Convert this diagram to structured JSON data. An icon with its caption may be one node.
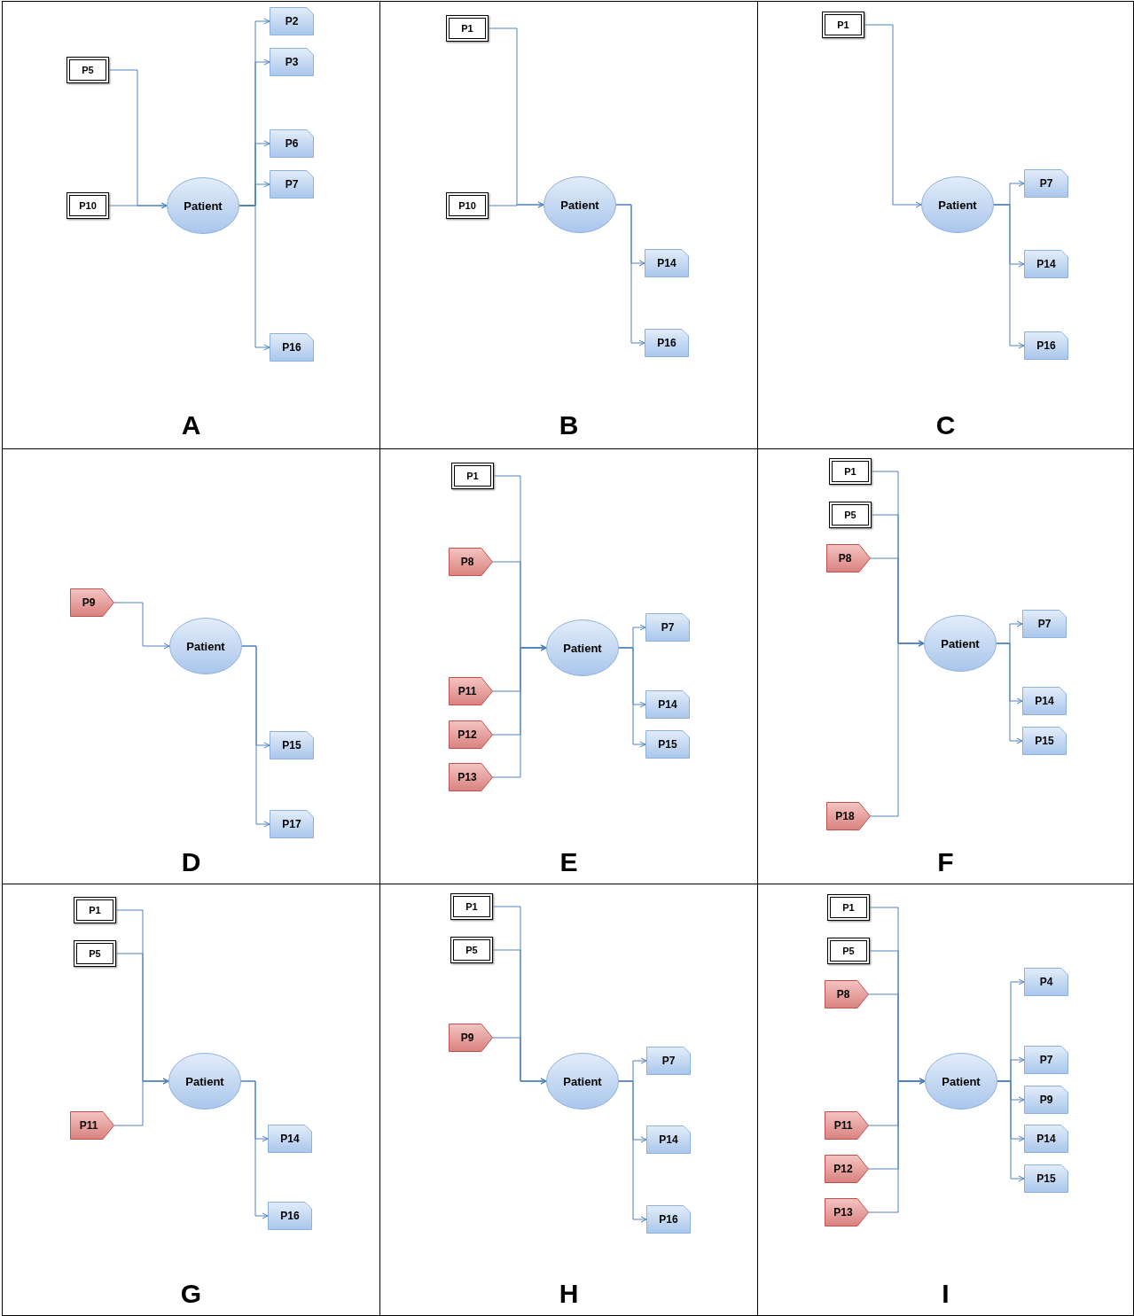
{
  "diagram": {
    "nodes": [
      {
        "text": [
          "A"
        ]
      },
      {
        "text": [
          "P5"
        ],
        "in": 0
      },
      {
        "text": [
          "P10"
        ],
        "in": 0
      },
      {
        "text": [
          "Patient"
        ],
        "in": 0
      },
      {
        "text": [
          "P2"
        ],
        "in": 0
      },
      {
        "text": [
          "P3"
        ],
        "in": 0
      },
      {
        "text": [
          "P6"
        ],
        "in": 0
      },
      {
        "text": [
          "P7"
        ],
        "in": 0
      },
      {
        "text": [
          "P16"
        ],
        "in": 0
      },
      {
        "text": [
          "B"
        ]
      },
      {
        "text": [
          "P1"
        ],
        "in": 9
      },
      {
        "text": [
          "P10"
        ],
        "in": 9
      },
      {
        "text": [
          "Patient"
        ],
        "in": 9
      },
      {
        "text": [
          "P14"
        ],
        "in": 9
      },
      {
        "text": [
          "P16"
        ],
        "in": 9
      },
      {
        "text": [
          "C"
        ]
      },
      {
        "text": [
          "P1"
        ],
        "in": 15
      },
      {
        "text": [
          "Patient"
        ],
        "in": 15
      },
      {
        "text": [
          "P7"
        ],
        "in": 15
      },
      {
        "text": [
          "P14"
        ],
        "in": 15
      },
      {
        "text": [
          "P16"
        ],
        "in": 15
      },
      {
        "text": [
          "D"
        ]
      },
      {
        "text": [
          "P9"
        ],
        "in": 21
      },
      {
        "text": [
          "Patient"
        ],
        "in": 21
      },
      {
        "text": [
          "P15"
        ],
        "in": 21
      },
      {
        "text": [
          "P17"
        ],
        "in": 21
      },
      {
        "text": [
          "E"
        ]
      },
      {
        "text": [
          "P1"
        ],
        "in": 26
      },
      {
        "text": [
          "P8"
        ],
        "in": 26
      },
      {
        "text": [
          "P11"
        ],
        "in": 26
      },
      {
        "text": [
          "P12"
        ],
        "in": 26
      },
      {
        "text": [
          "P13"
        ],
        "in": 26
      },
      {
        "text": [
          "Patient"
        ],
        "in": 26
      },
      {
        "text": [
          "P7"
        ],
        "in": 26
      },
      {
        "text": [
          "P14"
        ],
        "in": 26
      },
      {
        "text": [
          "P15"
        ],
        "in": 26
      },
      {
        "text": [
          "F"
        ]
      },
      {
        "text": [
          "P1"
        ],
        "in": 36
      },
      {
        "text": [
          "P5"
        ],
        "in": 36
      },
      {
        "text": [
          "P8"
        ],
        "in": 36
      },
      {
        "text": [
          "P18"
        ],
        "in": 36
      },
      {
        "text": [
          "Patient"
        ],
        "in": 36
      },
      {
        "text": [
          "P7"
        ],
        "in": 36
      },
      {
        "text": [
          "P14"
        ],
        "in": 36
      },
      {
        "text": [
          "P15"
        ],
        "in": 36
      },
      {
        "text": [
          "G"
        ]
      },
      {
        "text": [
          "P1"
        ],
        "in": 45
      },
      {
        "text": [
          "P5"
        ],
        "in": 45
      },
      {
        "text": [
          "P11"
        ],
        "in": 45
      },
      {
        "text": [
          "Patient"
        ],
        "in": 45
      },
      {
        "text": [
          "P14"
        ],
        "in": 45
      },
      {
        "text": [
          "P16"
        ],
        "in": 45
      },
      {
        "text": [
          "H"
        ]
      },
      {
        "text": [
          "P1"
        ],
        "in": 52
      },
      {
        "text": [
          "P5"
        ],
        "in": 52
      },
      {
        "text": [
          "P9"
        ],
        "in": 52
      },
      {
        "text": [
          "Patient"
        ],
        "in": 52
      },
      {
        "text": [
          "P7"
        ],
        "in": 52
      },
      {
        "text": [
          "P14"
        ],
        "in": 52
      },
      {
        "text": [
          "P16"
        ],
        "in": 52
      },
      {
        "text": [
          "I"
        ]
      },
      {
        "text": [
          "P1"
        ],
        "in": 60
      },
      {
        "text": [
          "P5"
        ],
        "in": 60
      },
      {
        "text": [
          "P8"
        ],
        "in": 60
      },
      {
        "text": [
          "P11"
        ],
        "in": 60
      },
      {
        "text": [
          "P12"
        ],
        "in": 60
      },
      {
        "text": [
          "P13"
        ],
        "in": 60
      },
      {
        "text": [
          "Patient"
        ],
        "in": 60
      },
      {
        "text": [
          "P4"
        ],
        "in": 60
      },
      {
        "text": [
          "P7"
        ],
        "in": 60
      },
      {
        "text": [
          "P9"
        ],
        "in": 60
      },
      {
        "text": [
          "P14"
        ],
        "in": 60
      },
      {
        "text": [
          "P15"
        ],
        "in": 60
      }
    ],
    "edges": [
      {
        "from": 1,
        "to": 3,
        "arrow": "to"
      },
      {
        "from": 2,
        "to": 3,
        "arrow": "to"
      },
      {
        "from": 3,
        "to": 4,
        "arrow": "to"
      },
      {
        "from": 3,
        "to": 5,
        "arrow": "to"
      },
      {
        "from": 3,
        "to": 6,
        "arrow": "to"
      },
      {
        "from": 3,
        "to": 7,
        "arrow": "to"
      },
      {
        "from": 3,
        "to": 8,
        "arrow": "to"
      },
      {
        "from": 10,
        "to": 12,
        "arrow": "to"
      },
      {
        "from": 11,
        "to": 12,
        "arrow": "to"
      },
      {
        "from": 12,
        "to": 13,
        "arrow": "to"
      },
      {
        "from": 12,
        "to": 14,
        "arrow": "to"
      },
      {
        "from": 16,
        "to": 17,
        "arrow": "to"
      },
      {
        "from": 17,
        "to": 18,
        "arrow": "to"
      },
      {
        "from": 17,
        "to": 19,
        "arrow": "to"
      },
      {
        "from": 17,
        "to": 20,
        "arrow": "to"
      },
      {
        "from": 22,
        "to": 23,
        "arrow": "to"
      },
      {
        "from": 23,
        "to": 24,
        "arrow": "to"
      },
      {
        "from": 23,
        "to": 25,
        "arrow": "to"
      },
      {
        "from": 27,
        "to": 32,
        "arrow": "to"
      },
      {
        "from": 28,
        "to": 32,
        "arrow": "to"
      },
      {
        "from": 29,
        "to": 32,
        "arrow": "to"
      },
      {
        "from": 30,
        "to": 32,
        "arrow": "to"
      },
      {
        "from": 31,
        "to": 32,
        "arrow": "to"
      },
      {
        "from": 32,
        "to": 33,
        "arrow": "to"
      },
      {
        "from": 32,
        "to": 34,
        "arrow": "to"
      },
      {
        "from": 32,
        "to": 35,
        "arrow": "to"
      },
      {
        "from": 37,
        "to": 41,
        "arrow": "to"
      },
      {
        "from": 38,
        "to": 41,
        "arrow": "to"
      },
      {
        "from": 39,
        "to": 41,
        "arrow": "to"
      },
      {
        "from": 40,
        "to": 41,
        "arrow": "to"
      },
      {
        "from": 41,
        "to": 42,
        "arrow": "to"
      },
      {
        "from": 41,
        "to": 43,
        "arrow": "to"
      },
      {
        "from": 41,
        "to": 44,
        "arrow": "to"
      },
      {
        "from": 46,
        "to": 49,
        "arrow": "to"
      },
      {
        "from": 47,
        "to": 49,
        "arrow": "to"
      },
      {
        "from": 48,
        "to": 49,
        "arrow": "to"
      },
      {
        "from": 49,
        "to": 50,
        "arrow": "to"
      },
      {
        "from": 49,
        "to": 51,
        "arrow": "to"
      },
      {
        "from": 53,
        "to": 56,
        "arrow": "to"
      },
      {
        "from": 54,
        "to": 56,
        "arrow": "to"
      },
      {
        "from": 55,
        "to": 56,
        "arrow": "to"
      },
      {
        "from": 56,
        "to": 57,
        "arrow": "to"
      },
      {
        "from": 56,
        "to": 58,
        "arrow": "to"
      },
      {
        "from": 56,
        "to": 59,
        "arrow": "to"
      },
      {
        "from": 61,
        "to": 67,
        "arrow": "to"
      },
      {
        "from": 62,
        "to": 67,
        "arrow": "to"
      },
      {
        "from": 63,
        "to": 67,
        "arrow": "to"
      },
      {
        "from": 64,
        "to": 67,
        "arrow": "to"
      },
      {
        "from": 65,
        "to": 67,
        "arrow": "to"
      },
      {
        "from": 66,
        "to": 67,
        "arrow": "to"
      },
      {
        "from": 67,
        "to": 68,
        "arrow": "to"
      },
      {
        "from": 67,
        "to": 69,
        "arrow": "to"
      },
      {
        "from": 67,
        "to": 70,
        "arrow": "to"
      },
      {
        "from": 67,
        "to": 71,
        "arrow": "to"
      },
      {
        "from": 67,
        "to": 72,
        "arrow": "to"
      }
    ]
  }
}
